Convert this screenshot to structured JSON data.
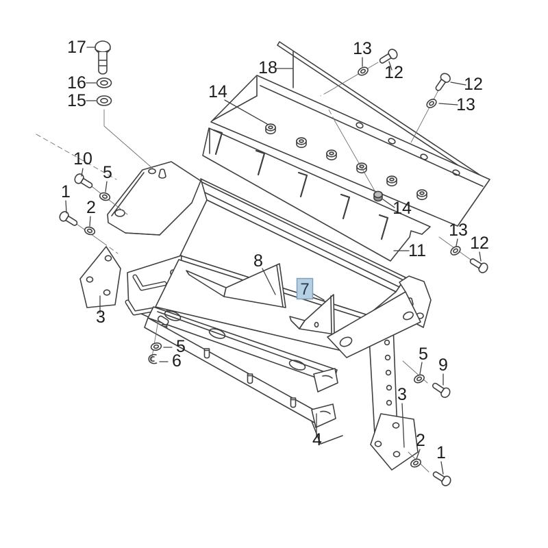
{
  "diagram": {
    "kind": "exploded-parts-diagram",
    "subject": "Exploded view of underbody guard / skid plate assembly with numbered part callouts",
    "background_color": "#ffffff",
    "line_color": "#3f3f3f",
    "guide_line_color": "#6e6e6e",
    "label_text_color": "#1c1c1c",
    "highlight": {
      "label": "7",
      "background": "#b5cfe3",
      "border": "#7d9cb9"
    },
    "labels": [
      {
        "text": "17",
        "part": "bolt",
        "highlighted": false
      },
      {
        "text": "16",
        "part": "washer",
        "highlighted": false
      },
      {
        "text": "15",
        "part": "washer",
        "highlighted": false
      },
      {
        "text": "18",
        "part": "edge-strip",
        "highlighted": false
      },
      {
        "text": "13",
        "part": "washer",
        "highlighted": false
      },
      {
        "text": "12",
        "part": "bolt",
        "highlighted": false
      },
      {
        "text": "12",
        "part": "bolt",
        "highlighted": false
      },
      {
        "text": "13",
        "part": "washer",
        "highlighted": false
      },
      {
        "text": "14",
        "part": "nut",
        "highlighted": false
      },
      {
        "text": "14",
        "part": "nut",
        "highlighted": false
      },
      {
        "text": "11",
        "part": "plate",
        "highlighted": false
      },
      {
        "text": "13",
        "part": "washer",
        "highlighted": false
      },
      {
        "text": "12",
        "part": "bolt",
        "highlighted": false
      },
      {
        "text": "10",
        "part": "bolt",
        "highlighted": false
      },
      {
        "text": "5",
        "part": "washer",
        "highlighted": false
      },
      {
        "text": "1",
        "part": "bolt",
        "highlighted": false
      },
      {
        "text": "2",
        "part": "washer",
        "highlighted": false
      },
      {
        "text": "3",
        "part": "bracket-plate",
        "highlighted": false
      },
      {
        "text": "8",
        "part": "gusset",
        "highlighted": false
      },
      {
        "text": "7",
        "part": "gusset",
        "highlighted": true
      },
      {
        "text": "5",
        "part": "washer",
        "highlighted": false
      },
      {
        "text": "6",
        "part": "clip",
        "highlighted": false
      },
      {
        "text": "4",
        "part": "frame-rail",
        "highlighted": false
      },
      {
        "text": "5",
        "part": "washer",
        "highlighted": false
      },
      {
        "text": "9",
        "part": "bolt",
        "highlighted": false
      },
      {
        "text": "3",
        "part": "bracket-plate",
        "highlighted": false
      },
      {
        "text": "2",
        "part": "washer",
        "highlighted": false
      },
      {
        "text": "1",
        "part": "bolt",
        "highlighted": false
      }
    ]
  }
}
